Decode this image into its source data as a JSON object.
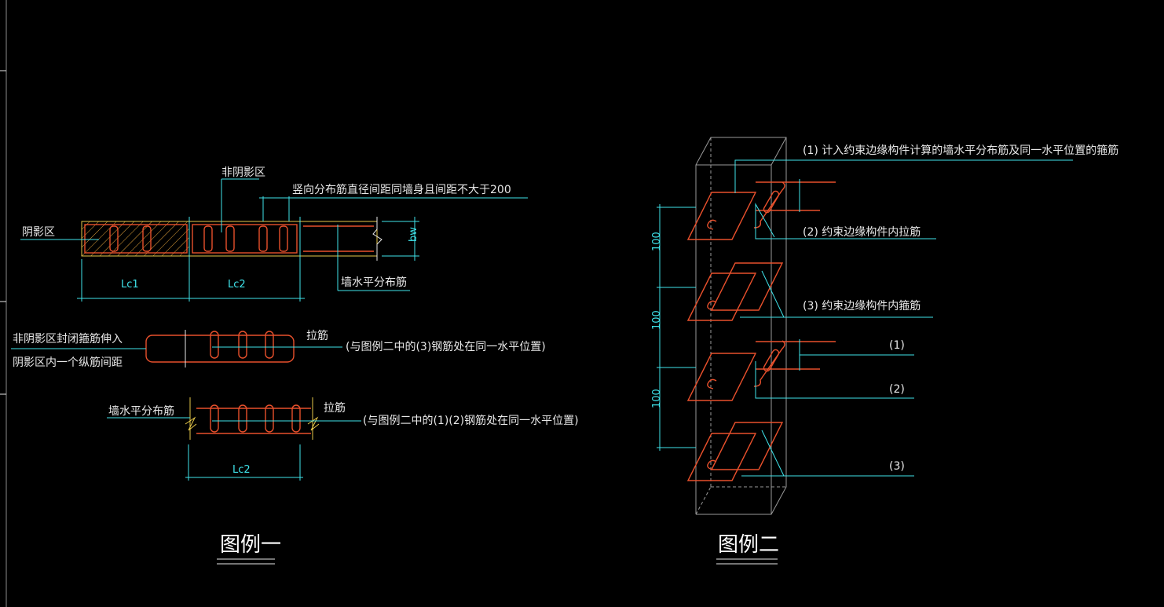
{
  "legend1": {
    "title": "图例一",
    "label_shadow_zone": "阴影区",
    "label_nonshadow_zone": "非阴影区",
    "label_vertical_bar": "竖向分布筋直径间距同墙身且间距不大于200",
    "label_bw": "bw",
    "label_lc1": "Lc1",
    "label_lc2": "Lc2",
    "label_wall_horizontal": "墙水平分布筋",
    "label_stirrup_line1": "非阴影区封闭箍筋伸入",
    "label_stirrup_line2": "阴影区内一个纵筋间距",
    "label_tie1": "拉筋",
    "label_tie1_note": "(与图例二中的(3)钢筋处在同一水平位置)",
    "label_wall_horizontal2": "墙水平分布筋",
    "label_tie2": "拉筋",
    "label_tie2_note": "(与图例二中的(1)(2)钢筋处在同一水平位置)",
    "label_lc2_b": "Lc2"
  },
  "legend2": {
    "title": "图例二",
    "note1": "(1) 计入约束边缘构件计算的墙水平分布筋及同一水平位置的箍筋",
    "note2": "(2) 约束边缘构件内拉筋",
    "note3": "(3) 约束边缘构件内箍筋",
    "tag1": "(1)",
    "tag2": "(2)",
    "tag3": "(3)",
    "dim1": "100",
    "dim2": "100",
    "dim3": "100"
  },
  "colors": {
    "background": "#000000",
    "dimension": "#3fe3ea",
    "rebar": "#e8502c",
    "text": "#e8e8e8",
    "outline": "#9a9a9a"
  }
}
